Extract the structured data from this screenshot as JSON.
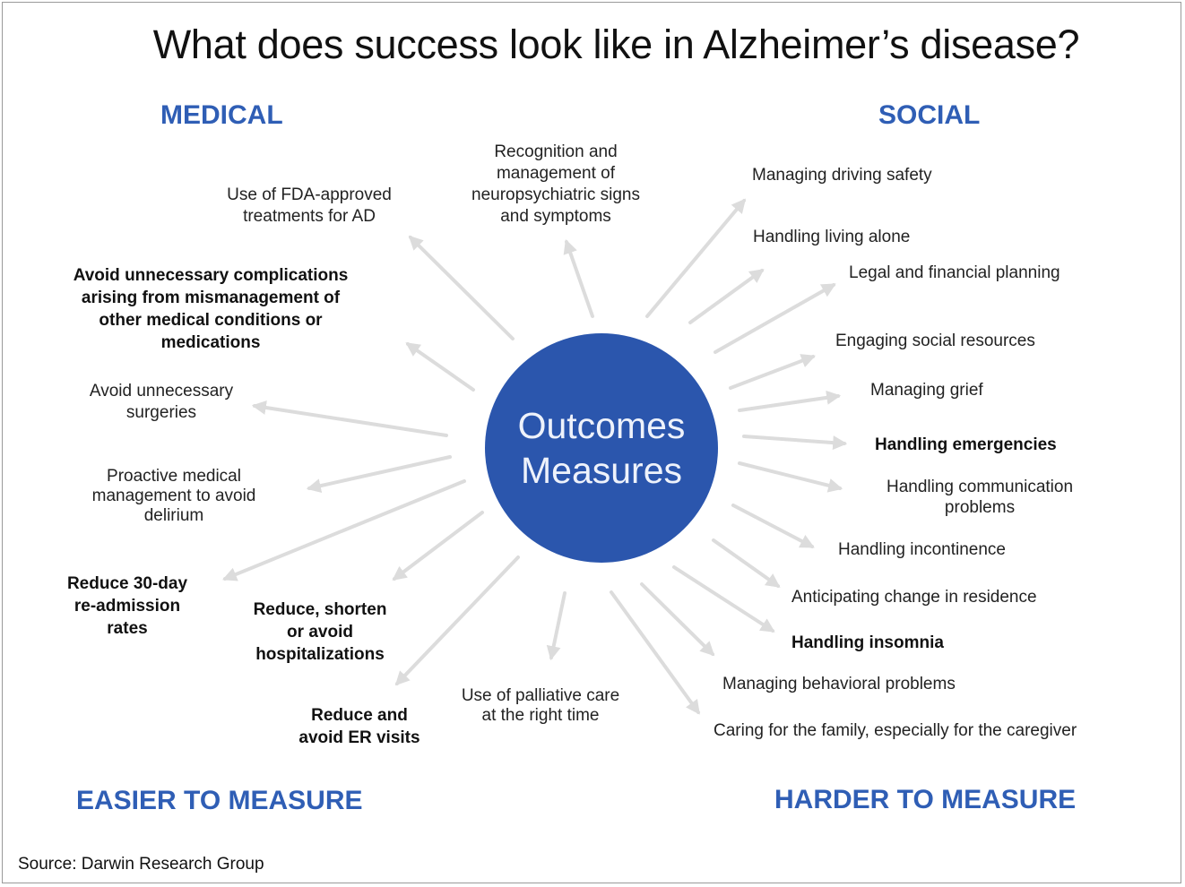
{
  "title": "What does success look like in Alzheimer’s disease?",
  "center": {
    "line1": "Outcomes",
    "line2": "Measures",
    "color": "#2b56ad"
  },
  "categories": {
    "medical": "MEDICAL",
    "social": "SOCIAL",
    "easier": "EASIER TO MEASURE",
    "harder": "HARDER TO MEASURE",
    "color": "#2f5eb5"
  },
  "medical_items": {
    "fda": [
      "Use of FDA-approved",
      "treatments for AD"
    ],
    "complications": [
      "Avoid unnecessary complications",
      "arising from mismanagement of",
      "other medical conditions or",
      "medications"
    ],
    "surgeries": [
      "Avoid unnecessary",
      "surgeries"
    ],
    "delirium": [
      "Proactive medical",
      "management to avoid",
      "delirium"
    ],
    "readmission": [
      "Reduce 30-day",
      "re-admission",
      "rates"
    ],
    "hospitalizations": [
      "Reduce, shorten",
      "or avoid",
      "hospitalizations"
    ],
    "er_visits": [
      "Reduce and",
      "avoid ER visits"
    ],
    "palliative": [
      "Use of palliative care",
      "at the right time"
    ],
    "neuropsychiatric": [
      "Recognition and",
      "management of",
      "neuropsychiatric signs",
      "and symptoms"
    ]
  },
  "social_items": {
    "driving": "Managing driving safety",
    "living_alone": "Handling living alone",
    "legal": "Legal and financial planning",
    "social_resources": "Engaging social resources",
    "grief": "Managing grief",
    "emergencies": "Handling emergencies",
    "communication": [
      "Handling communication",
      "problems"
    ],
    "incontinence": "Handling incontinence",
    "residence": "Anticipating change in residence",
    "insomnia": "Handling insomnia",
    "behavioral": "Managing behavioral problems",
    "family": "Caring for the family, especially for the caregiver"
  },
  "source": "Source: Darwin Research Group",
  "arrow_color": "#dcdcdc"
}
